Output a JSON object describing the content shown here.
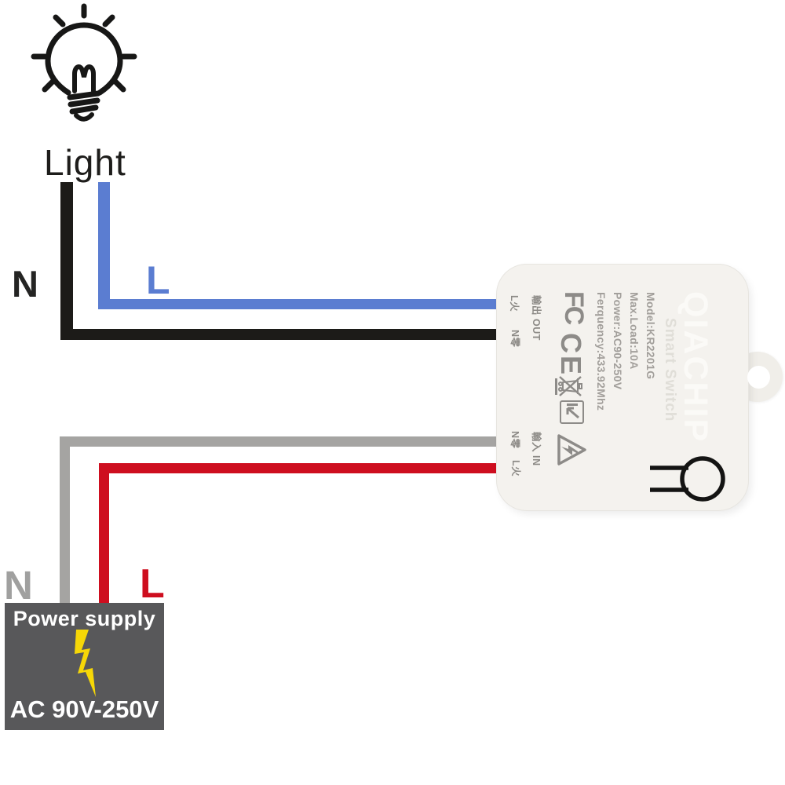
{
  "light": {
    "label": "Light"
  },
  "wire_labels": {
    "out_neutral": "N",
    "out_live": "L",
    "in_neutral": "N",
    "in_live": "L"
  },
  "colors": {
    "wire_out_neutral": "#1c1b18",
    "wire_out_live": "#5b7dd1",
    "wire_in_neutral": "#a5a4a2",
    "wire_in_live": "#ce0e1f",
    "power_box_bg": "#58585a",
    "bolt_yellow": "#f6d707"
  },
  "device": {
    "brand": "QIACHIP",
    "subtitle": "Smart Switch",
    "specs": [
      "Model:KR2201G",
      "Max.Load:10A",
      "Power:AC90-250V",
      "Ferquency:433.92Mhz"
    ],
    "terminals": {
      "out_live": "L火",
      "out_label": "輸出 OUT",
      "out_neutral": "N零",
      "in_neutral": "N零",
      "in_label": "輸入 IN",
      "in_live": "L火"
    },
    "fcc_mark": "FC",
    "ce_mark": "CE"
  },
  "power_supply": {
    "title": "Power supply",
    "voltage": "AC 90V-250V"
  }
}
